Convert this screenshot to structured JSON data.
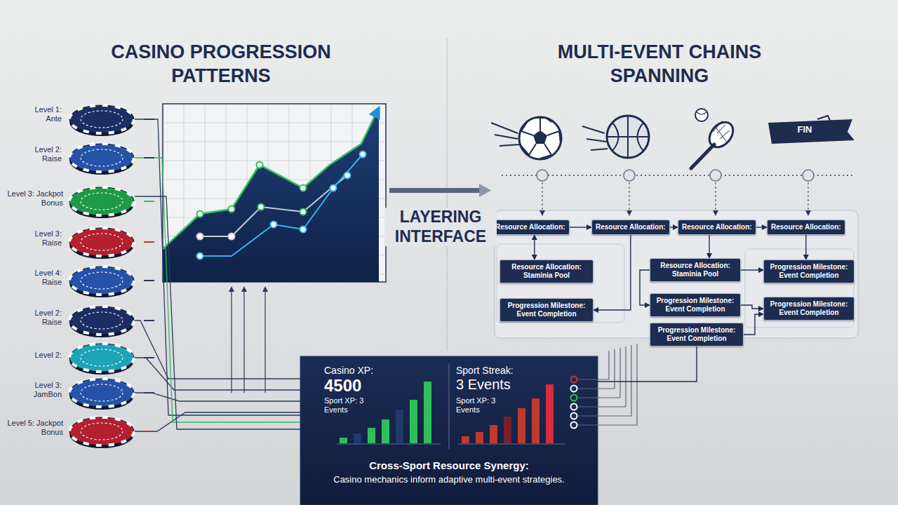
{
  "diagram": {
    "title": "CASINO PROGRESSION PATTERNS",
    "nodes": [
      {
        "text": [
          "Resource Allocation:"
        ]
      },
      {
        "text": [
          "Resource Allocation:"
        ]
      },
      {
        "text": [
          "Resource Allocation:"
        ]
      },
      {
        "text": [
          "Resource Allocation:"
        ]
      },
      {
        "text": [
          "Resource Allocation: Staminia Pool"
        ]
      },
      {
        "text": [
          "Progression Milestone: Event Completion"
        ]
      },
      {
        "text": [
          "Resource Allocation: Staminia Pool"
        ]
      },
      {
        "text": [
          "Progression Milestone: Event Completion"
        ]
      },
      {
        "text": [
          "Progression Milestone: Event Completion"
        ]
      },
      {
        "text": [
          "Progression Milestone: Event Completion"
        ]
      },
      {
        "text": [
          "Progression Milestone: Event Completion"
        ]
      },
      {
        "text": [
          "Casino XP:",
          "4500",
          "Sport XP: 3 Events",
          "Sport Streak:",
          "3 Events",
          "Sport XP: 3 Events",
          "Cross-Sport Resource Synergy:",
          "Casino mechanics inform adaptive multi-event strategies."
        ]
      }
    ],
    "edges": [
      {
        "from": 0,
        "to": 1,
        "arrow": "to"
      },
      {
        "from": 1,
        "to": 2,
        "arrow": "to"
      },
      {
        "from": 2,
        "to": 3,
        "arrow": "to"
      },
      {
        "from": 0,
        "to": 4,
        "arrow": "both"
      },
      {
        "from": 1,
        "to": 5,
        "arrow": "to"
      },
      {
        "from": 2,
        "to": 6,
        "arrow": "to"
      },
      {
        "from": 6,
        "to": 9,
        "arrow": "to"
      },
      {
        "from": 7,
        "to": 10,
        "arrow": "to"
      },
      {
        "from": 3,
        "to": 9,
        "arrow": "to"
      },
      {
        "from": 6,
        "to": 7,
        "arrow": "to"
      },
      {
        "from": 8,
        "to": 10,
        "arrow": "to"
      },
      {
        "from": 11,
        "to": 8,
        "arrow": "none"
      }
    ],
    "labels": [
      "MULTI-EVENT CHAINS SPANNING",
      "Level 1: Ante",
      "Level 2: Raise",
      "Level 3: Jackpot Bonus",
      "Level 3: Raise",
      "Level 4: Raise",
      "Level 2: Raise",
      "Level 2:",
      "Level 3: JamBon",
      "Level 5: Jackpot Bonus",
      "LAYERING INTERFACE",
      "FIN"
    ]
  }
}
